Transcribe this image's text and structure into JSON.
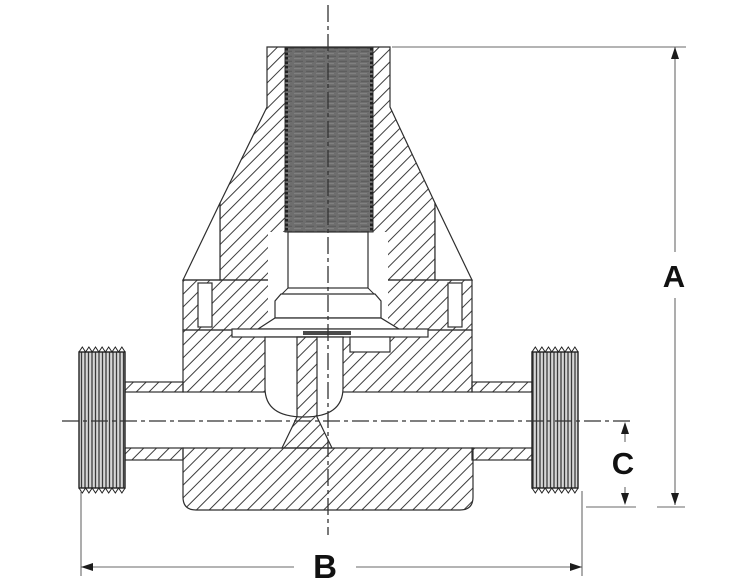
{
  "drawing": {
    "kind": "valve-cross-section",
    "dimension_labels": {
      "a": "A",
      "b": "B",
      "c": "C"
    },
    "colors": {
      "background": "#ffffff",
      "outline": "#2e2e2e",
      "hatch_line": "#3c3c3c",
      "centerline": "#333333",
      "dimension_line": "#6a6a6a",
      "label_text": "#111111",
      "stem_thread_fill": "#6e6e6e",
      "port_thread_fill": "#d7d7d7",
      "plate_accent": "#4a4a4a"
    }
  }
}
